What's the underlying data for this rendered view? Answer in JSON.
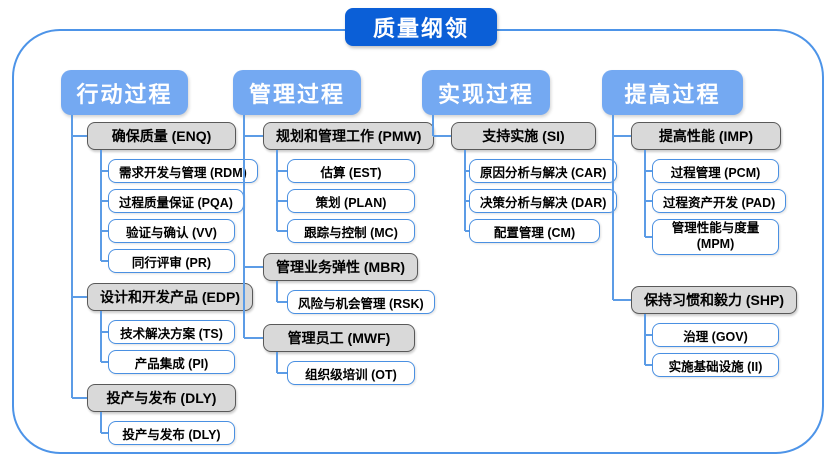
{
  "title": "质量纲领",
  "colors": {
    "title_bg": "#0B5FD7",
    "header_bg": "#74A9F2",
    "gray_fill": "#D9D9D9",
    "gray_border": "#595959",
    "white_border": "#4A90E2",
    "connector": "#5C9CE6",
    "outer_border": "#4D94E8",
    "text": "#000000"
  },
  "columns": [
    {
      "header": "行动过程",
      "groups": [
        {
          "label": "确保质量 (ENQ)",
          "code": "ENQ",
          "children": [
            {
              "label": "需求开发与管理 (RDM)",
              "code": "RDM"
            },
            {
              "label": "过程质量保证 (PQA)",
              "code": "PQA"
            },
            {
              "label": "验证与确认 (VV)",
              "code": "VV"
            },
            {
              "label": "同行评审 (PR)",
              "code": "PR"
            }
          ]
        },
        {
          "label": "设计和开发产品 (EDP)",
          "code": "EDP",
          "children": [
            {
              "label": "技术解决方案 (TS)",
              "code": "TS"
            },
            {
              "label": "产品集成 (PI)",
              "code": "PI"
            }
          ]
        },
        {
          "label": "投产与发布 (DLY)",
          "code": "DLY",
          "children": [
            {
              "label": "投产与发布 (DLY)",
              "code": "DLY2"
            }
          ]
        }
      ]
    },
    {
      "header": "管理过程",
      "groups": [
        {
          "label": "规划和管理工作 (PMW)",
          "code": "PMW",
          "children": [
            {
              "label": "估算 (EST)",
              "code": "EST"
            },
            {
              "label": "策划 (PLAN)",
              "code": "PLAN"
            },
            {
              "label": "跟踪与控制 (MC)",
              "code": "MC"
            }
          ]
        },
        {
          "label": "管理业务弹性 (MBR)",
          "code": "MBR",
          "children": [
            {
              "label": "风险与机会管理 (RSK)",
              "code": "RSK"
            }
          ]
        },
        {
          "label": "管理员工 (MWF)",
          "code": "MWF",
          "children": [
            {
              "label": "组织级培训 (OT)",
              "code": "OT"
            }
          ]
        }
      ]
    },
    {
      "header": "实现过程",
      "groups": [
        {
          "label": "支持实施 (SI)",
          "code": "SI",
          "children": [
            {
              "label": "原因分析与解决 (CAR)",
              "code": "CAR"
            },
            {
              "label": "决策分析与解决 (DAR)",
              "code": "DAR"
            },
            {
              "label": "配置管理 (CM)",
              "code": "CM"
            }
          ]
        }
      ]
    },
    {
      "header": "提高过程",
      "groups": [
        {
          "label": "提高性能 (IMP)",
          "code": "IMP",
          "children": [
            {
              "label": "过程管理 (PCM)",
              "code": "PCM"
            },
            {
              "label": "过程资产开发 (PAD)",
              "code": "PAD"
            },
            {
              "label": "管理性能与度量 (MPM)",
              "code": "MPM",
              "wrap": true
            }
          ]
        },
        {
          "label": "保持习惯和毅力 (SHP)",
          "code": "SHP",
          "gap_before": 21,
          "children": [
            {
              "label": "治理 (GOV)",
              "code": "GOV"
            },
            {
              "label": "实施基础设施 (II)",
              "code": "II"
            }
          ]
        }
      ]
    }
  ]
}
